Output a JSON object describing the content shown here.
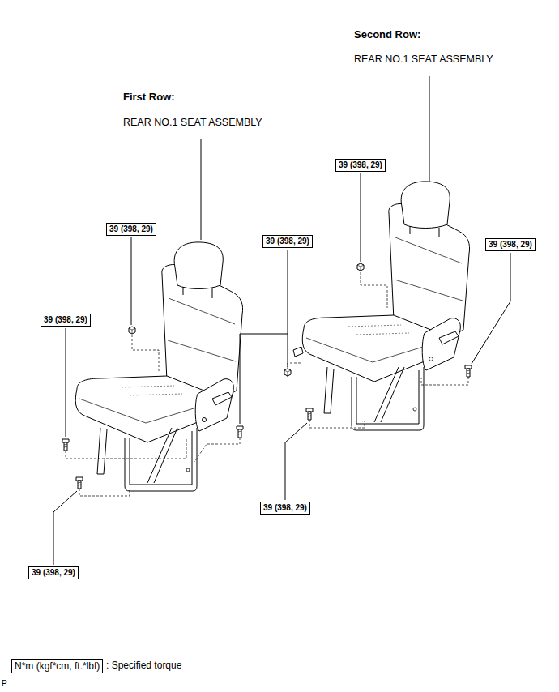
{
  "diagram": {
    "nodes": [
      {
        "text": [
          "39 (398, 29)"
        ]
      },
      {
        "text": [
          "39 (398, 29)"
        ]
      },
      {
        "text": [
          "39 (398, 29)"
        ]
      },
      {
        "text": [
          "39 (398, 29)"
        ]
      },
      {
        "text": [
          "39 (398, 29)"
        ]
      },
      {
        "text": [
          "39 (398, 29)"
        ]
      },
      {
        "text": [
          "39 (398, 29)"
        ]
      },
      {
        "text": [
          "N*m (kgf*cm, ft.*lbf)"
        ]
      }
    ],
    "labels": [
      "Second Row:",
      "REAR NO.1 SEAT ASSEMBLY",
      "First Row:",
      "REAR NO.1 SEAT ASSEMBLY",
      ": Specified torque",
      "P"
    ]
  }
}
